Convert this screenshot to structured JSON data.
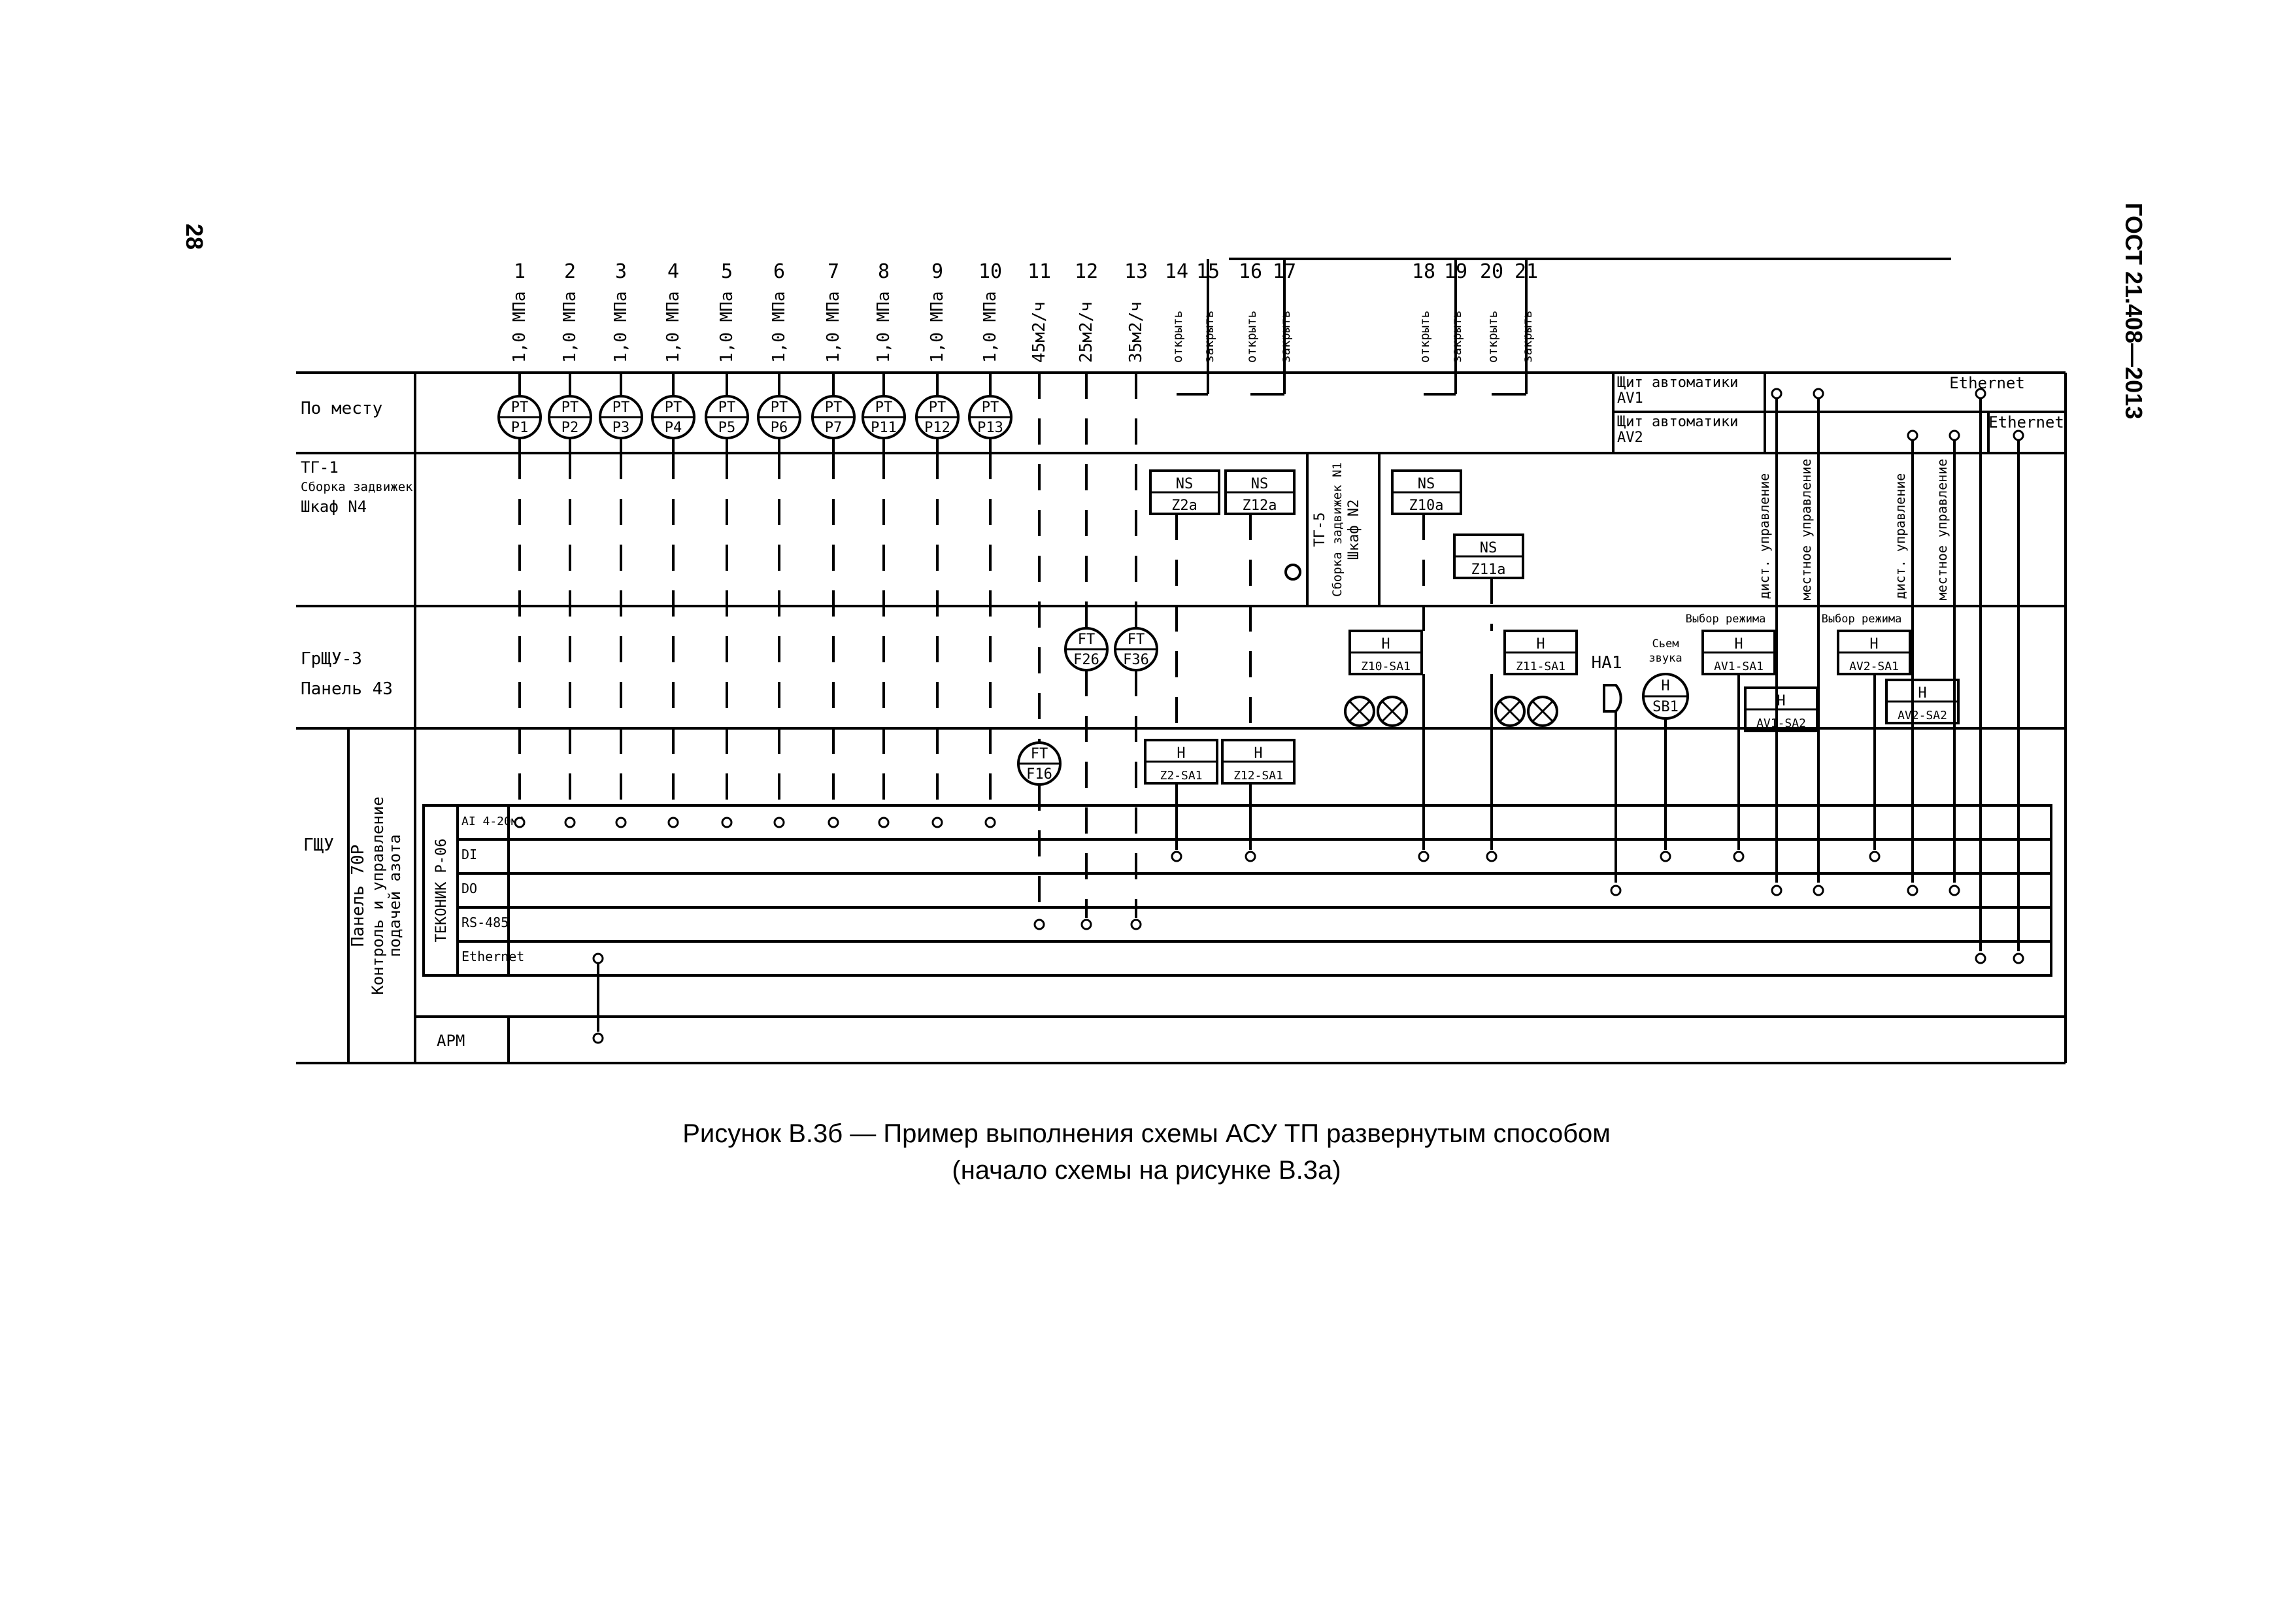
{
  "page": {
    "number": "28",
    "standard": "ГОСТ 21.408—2013"
  },
  "caption": {
    "line1": "Рисунок В.3б — Пример выполнения схемы АСУ ТП развернутым способом",
    "line2": "(начало схемы на рисунке В.3а)"
  },
  "rows": {
    "po_mestu": "По месту",
    "tg1": [
      "ТГ-1",
      "Сборка задвижек",
      "Шкаф N4"
    ],
    "grshu": [
      "ГрЩУ-3",
      "Панель 43"
    ],
    "gshu": "ГЩУ",
    "panel70": [
      "Панель 70Р",
      "Контроль и управление",
      "подачей азота"
    ],
    "tekon": "ТЕКОНИК Р-06",
    "arm": "АРМ",
    "bus": [
      "AI 4-20мА",
      "DI",
      "DO",
      "RS-485",
      "Ethernet"
    ]
  },
  "columns": [
    {
      "num": "1",
      "label": "1,0 МПа"
    },
    {
      "num": "2",
      "label": "1,0 МПа"
    },
    {
      "num": "3",
      "label": "1,0 МПа"
    },
    {
      "num": "4",
      "label": "1,0 МПа"
    },
    {
      "num": "5",
      "label": "1,0 МПа"
    },
    {
      "num": "6",
      "label": "1,0 МПа"
    },
    {
      "num": "7",
      "label": "1,0 МПа"
    },
    {
      "num": "8",
      "label": "1,0 МПа"
    },
    {
      "num": "9",
      "label": "1,0 МПа"
    },
    {
      "num": "10",
      "label": "1,0 МПа"
    },
    {
      "num": "11",
      "label": "45м2/ч"
    },
    {
      "num": "12",
      "label": "25м2/ч"
    },
    {
      "num": "13",
      "label": "35м2/ч"
    },
    {
      "num": "14",
      "label": "открыть"
    },
    {
      "num": "15",
      "label": "закрыть"
    },
    {
      "num": "16",
      "label": "открыть"
    },
    {
      "num": "17",
      "label": "закрыть"
    },
    {
      "num": "18",
      "label": "открыть"
    },
    {
      "num": "19",
      "label": "закрыть"
    },
    {
      "num": "20",
      "label": "открыть"
    },
    {
      "num": "21",
      "label": "закрыть"
    }
  ],
  "pressure_transmitters": [
    {
      "top": "PT",
      "bot": "P1"
    },
    {
      "top": "PT",
      "bot": "P2"
    },
    {
      "top": "PT",
      "bot": "P3"
    },
    {
      "top": "PT",
      "bot": "P4"
    },
    {
      "top": "PT",
      "bot": "P5"
    },
    {
      "top": "PT",
      "bot": "P6"
    },
    {
      "top": "PT",
      "bot": "P7"
    },
    {
      "top": "PT",
      "bot": "P11"
    },
    {
      "top": "PT",
      "bot": "P12"
    },
    {
      "top": "PT",
      "bot": "P13"
    }
  ],
  "flow_transmitters": [
    {
      "top": "FT",
      "bot": "F16"
    },
    {
      "top": "FT",
      "bot": "F26"
    },
    {
      "top": "FT",
      "bot": "F36"
    }
  ],
  "ns_boxes": [
    {
      "top": "NS",
      "bot": "Z2a"
    },
    {
      "top": "NS",
      "bot": "Z12a"
    },
    {
      "top": "NS",
      "bot": "Z10a"
    },
    {
      "top": "NS",
      "bot": "Z11a"
    }
  ],
  "h_boxes": [
    {
      "top": "H",
      "bot": "Z2-SA1"
    },
    {
      "top": "H",
      "bot": "Z12-SA1"
    },
    {
      "top": "H",
      "bot": "Z10-SA1"
    },
    {
      "top": "H",
      "bot": "Z11-SA1"
    },
    {
      "top": "H",
      "bot": "AV1-SA1"
    },
    {
      "top": "H",
      "bot": "AV1-SA2"
    },
    {
      "top": "H",
      "bot": "AV2-SA1"
    },
    {
      "top": "H",
      "bot": "AV2-SA2"
    }
  ],
  "sb1": {
    "top": "H",
    "bot": "SB1"
  },
  "labels": {
    "ha1": "HA1",
    "sbros_zvuka": [
      "Сьем",
      "звука"
    ],
    "vybor_rezhima": "Выбор режима",
    "shchit_av1": [
      "Щит автоматики",
      "AV1"
    ],
    "shchit_av2": [
      "Щит автоматики",
      "AV2"
    ],
    "ethernet1": "Ethernet",
    "ethernet2": "Ethernet",
    "tg5": [
      "ТГ-5",
      "Сборка задвижек N1",
      "Шкаф N2"
    ],
    "dist_upr": "дист. управление",
    "mest_upr": "местное управление"
  }
}
